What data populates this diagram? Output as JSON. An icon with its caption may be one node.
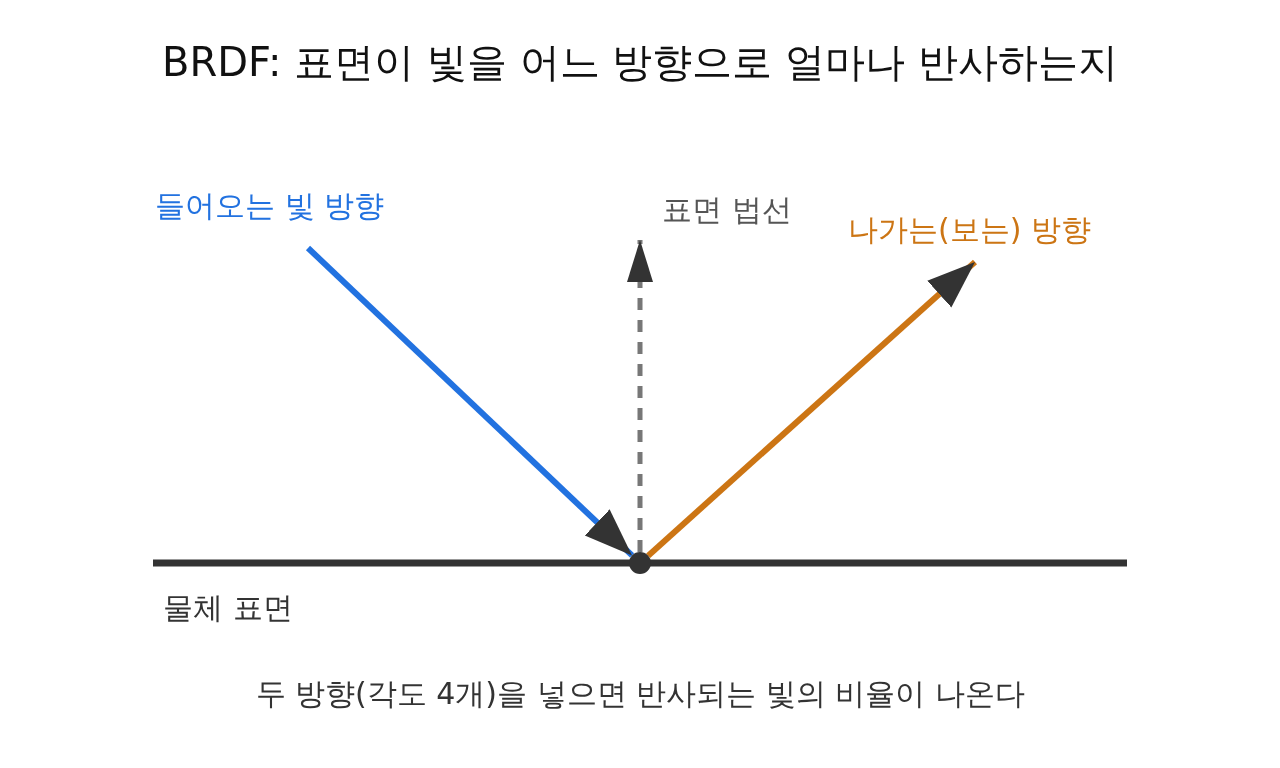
{
  "diagram": {
    "title": "BRDF: 표면이 빛을 어느 방향으로 얼마나 반사하는지",
    "caption": "두 방향(각도 4개)을 넣으면 반사되는 빛의 비율이 나온다",
    "nodes": [
      {
        "text": [
          "들어오는 빛 방향"
        ]
      },
      {
        "text": [
          "표면 법선"
        ]
      },
      {
        "text": [
          "나가는(보는) 방향"
        ]
      },
      {
        "text": [],
        "shape": "circle"
      }
    ],
    "edges": [
      {
        "from": 0,
        "to": 3,
        "arrow": "to",
        "color": "#2272e0"
      },
      {
        "from": 3,
        "to": 1,
        "arrow": "to",
        "style": "dashed",
        "color": "#777777"
      },
      {
        "from": 3,
        "to": 2,
        "arrow": "to",
        "color": "#cc7514"
      }
    ],
    "labels": [
      "물체 표면"
    ]
  }
}
